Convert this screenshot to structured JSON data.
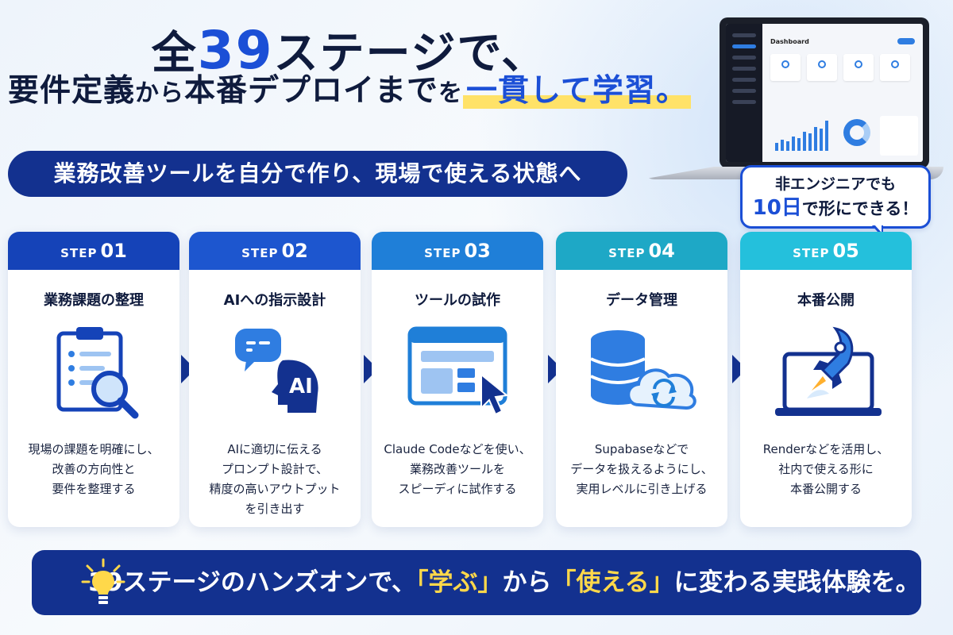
{
  "headline": {
    "line1_prefix": "全",
    "line1_number": "39",
    "line1_suffix": "ステージで、",
    "line2_part1": "要件定義",
    "line2_part2": "から",
    "line2_part3": "本番デプロイまで",
    "line2_part4": "を",
    "line2_emphasis": "一貫して学習。"
  },
  "subtitle": "業務改善ツールを自分で作り、現場で使える状態へ",
  "laptop": {
    "screen_title": "Dashboard"
  },
  "callout": {
    "line1": "非エンジニアでも",
    "line2_highlight": "10日",
    "line2_rest": "で形にできる！"
  },
  "steps": [
    {
      "step_label": "STEP",
      "number": "01",
      "title": "業務課題の整理",
      "description": "現場の課題を明確にし、\n改善の方向性と\n要件を整理する",
      "color": "#1543b8",
      "icon": "clipboard-magnifier-icon"
    },
    {
      "step_label": "STEP",
      "number": "02",
      "title": "AIへの指示設計",
      "description": "AIに適切に伝える\nプロンプト設計で、\n精度の高いアウトプット\nを引き出す",
      "color": "#1d56cf",
      "icon": "ai-chat-head-icon",
      "icon_text": "AI"
    },
    {
      "step_label": "STEP",
      "number": "03",
      "title": "ツールの試作",
      "description": "Claude Codeなどを使い、\n業務改善ツールを\nスピーディに試作する",
      "color": "#1f7fd8",
      "icon": "app-window-cursor-icon"
    },
    {
      "step_label": "STEP",
      "number": "04",
      "title": "データ管理",
      "description": "Supabaseなどで\nデータを扱えるようにし、\n実用レベルに引き上げる",
      "color": "#1ea8c6",
      "icon": "database-cloud-sync-icon"
    },
    {
      "step_label": "STEP",
      "number": "05",
      "title": "本番公開",
      "description": "Renderなどを活用し、\n社内で使える形に\n本番公開する",
      "color": "#24c0dc",
      "icon": "rocket-laptop-icon"
    }
  ],
  "bottom": {
    "part1": "39ステージのハンズオンで、",
    "part2": "「学ぶ」",
    "part3": "から",
    "part4": "「使える」",
    "part5": "に変わる実践体験を。",
    "icon": "lightbulb-icon"
  }
}
